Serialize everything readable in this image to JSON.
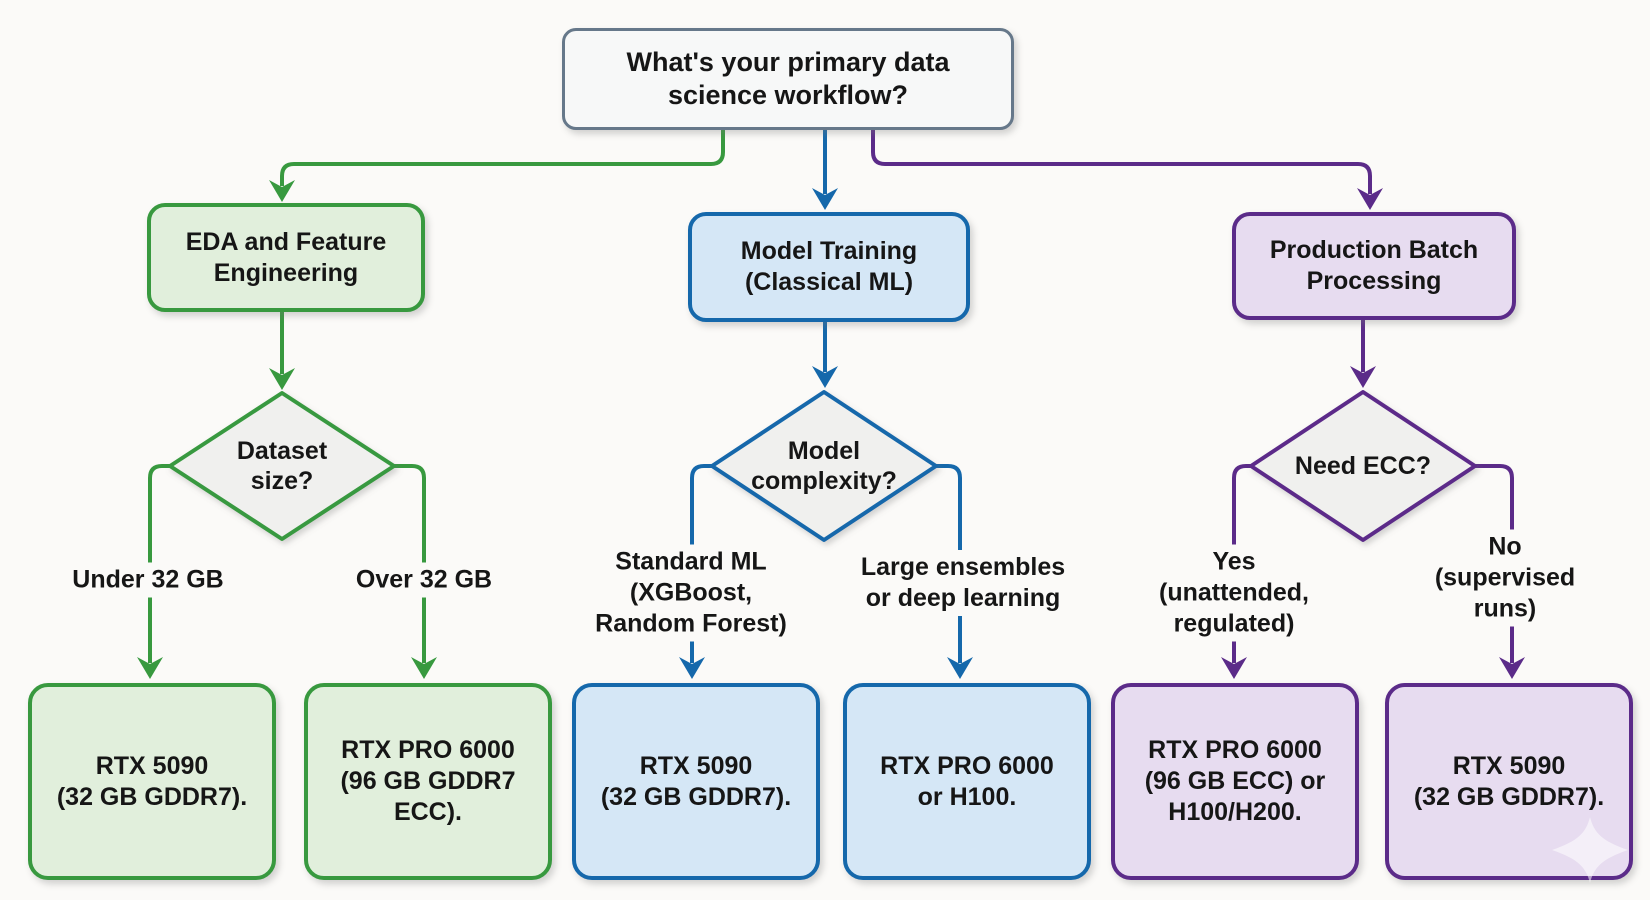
{
  "title": "Data science GPU decision flowchart",
  "colors": {
    "background": "#fbfaf8",
    "text": "#161616",
    "root_border": "#66788a",
    "root_fill": "#f7f8f8",
    "diamond_fill": "#f0f0ee",
    "green": "#38993f",
    "green_fill": "#e1efdc",
    "blue": "#1568ab",
    "blue_fill": "#d5e7f6",
    "purple": "#5b2b89",
    "purple_fill": "#e7dcf0"
  },
  "root": {
    "question": "What's your primary data\nscience workflow?"
  },
  "branches": [
    {
      "id": "eda",
      "color": "green",
      "node": "EDA and Feature\nEngineering",
      "decision": "Dataset\nsize?",
      "options": [
        {
          "label": "Under 32 GB",
          "result": "RTX 5090\n(32 GB GDDR7)."
        },
        {
          "label": "Over 32 GB",
          "result": "RTX PRO 6000\n(96 GB GDDR7\nECC)."
        }
      ]
    },
    {
      "id": "training",
      "color": "blue",
      "node": "Model Training\n(Classical ML)",
      "decision": "Model\ncomplexity?",
      "options": [
        {
          "label": "Standard ML\n(XGBoost,\nRandom Forest)",
          "result": "RTX 5090\n(32 GB GDDR7)."
        },
        {
          "label": "Large ensembles\nor deep learning",
          "result": "RTX PRO 6000\nor H100."
        }
      ]
    },
    {
      "id": "production",
      "color": "purple",
      "node": "Production Batch\nProcessing",
      "decision": "Need ECC?",
      "options": [
        {
          "label": "Yes\n(unattended,\nregulated)",
          "result": "RTX PRO 6000\n(96 GB ECC) or\nH100/H200."
        },
        {
          "label": "No\n(supervised runs)",
          "result": "RTX 5090\n(32 GB GDDR7)."
        }
      ]
    }
  ],
  "watermark": {
    "icon": "sparkle"
  }
}
